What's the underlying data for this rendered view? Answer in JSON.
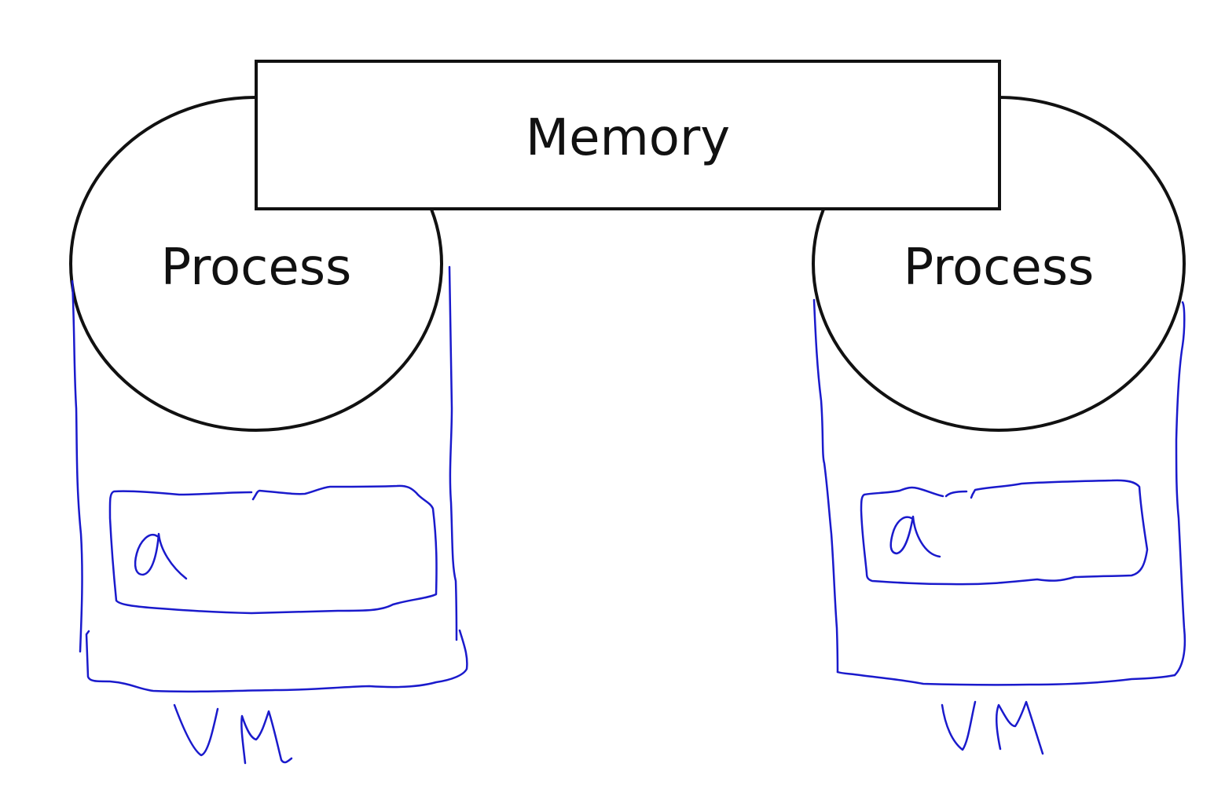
{
  "memory": {
    "label": "Memory"
  },
  "processes": [
    {
      "label": "Process",
      "vm_label": "VM",
      "variable": "a"
    },
    {
      "label": "Process",
      "vm_label": "VM",
      "variable": "a"
    }
  ],
  "colors": {
    "ink": "#111111",
    "handwriting": "#1a1acc",
    "background": "#ffffff"
  }
}
